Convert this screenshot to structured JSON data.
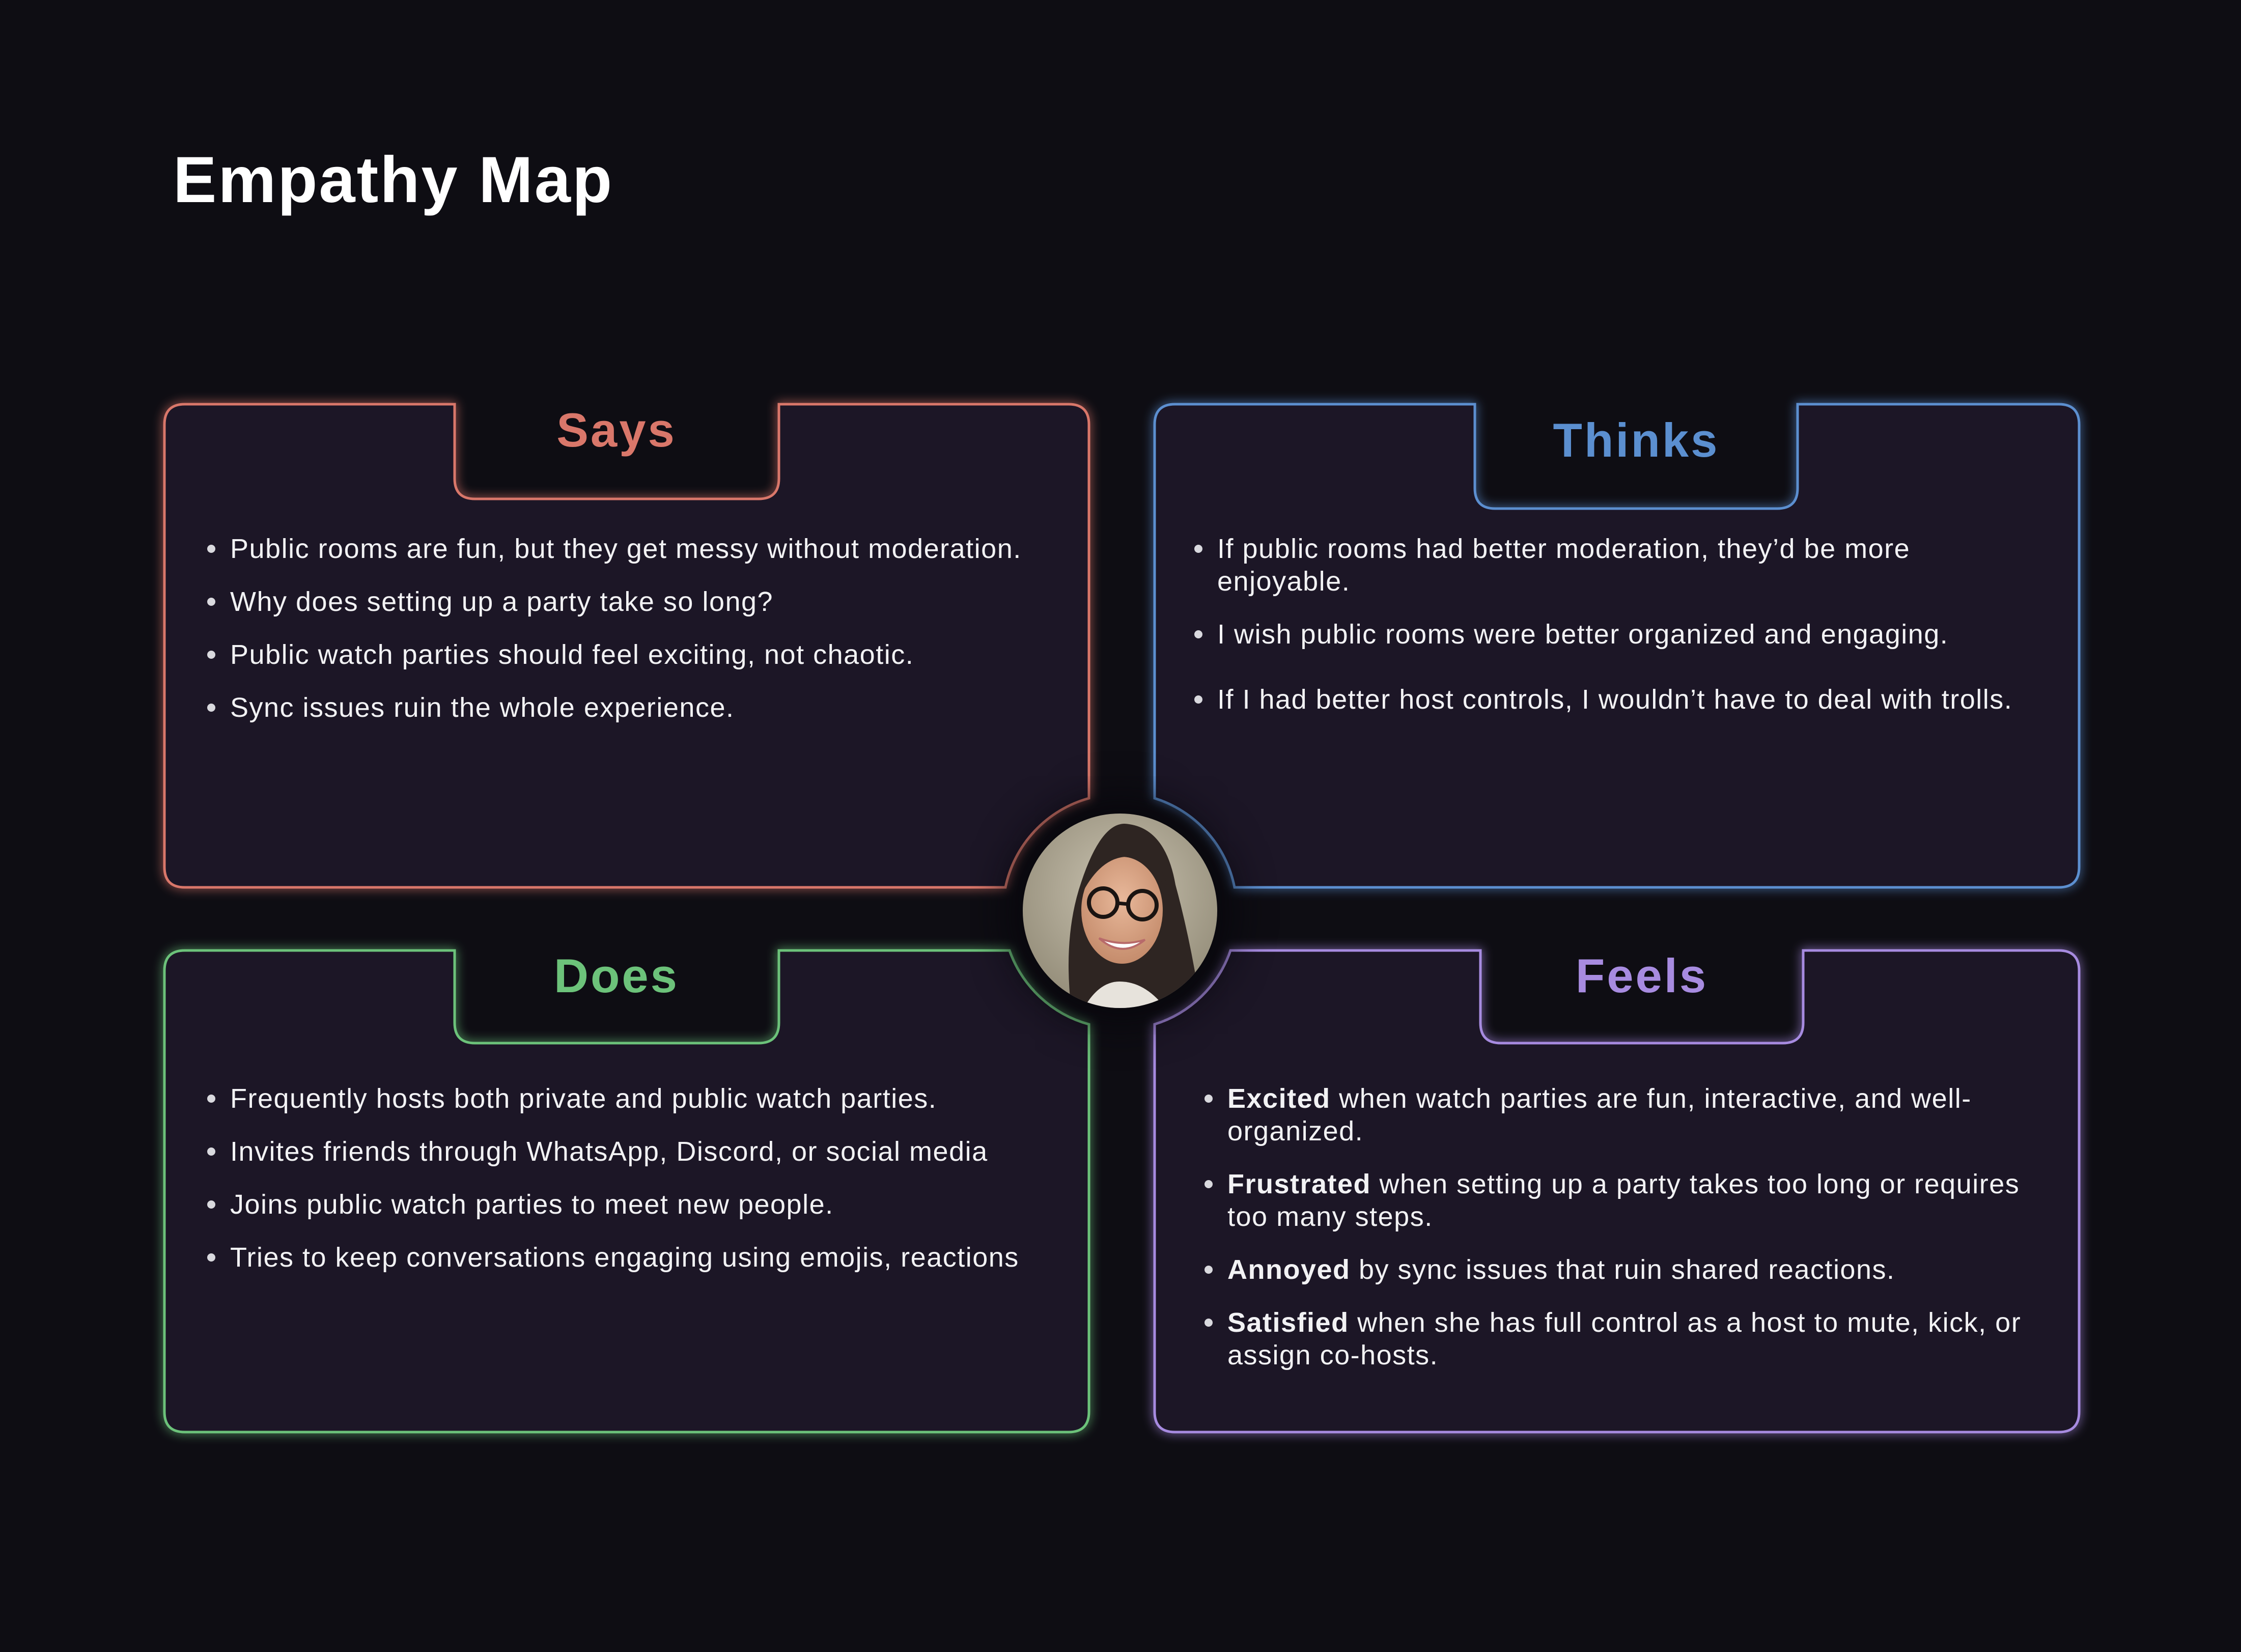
{
  "title": "Empathy Map",
  "colors": {
    "background": "#0e0d13",
    "panel": "#1a1726",
    "says": "#d9776a",
    "thinks": "#5b8fd0",
    "does": "#6cc27a",
    "feels": "#a78be0"
  },
  "avatar": {
    "icon": "persona-photo"
  },
  "says": {
    "heading": "Says",
    "items": [
      "Public rooms are fun, but they get messy without moderation.",
      "Why does setting up a party take so long?",
      "Public watch parties should feel exciting, not chaotic.",
      "Sync issues ruin the whole experience."
    ]
  },
  "thinks": {
    "heading": "Thinks",
    "items": [
      "If public rooms had better moderation, they’d be more enjoyable.",
      "I wish public rooms were better organized and engaging.",
      "If I had better host controls, I wouldn’t have to deal with trolls."
    ]
  },
  "does": {
    "heading": "Does",
    "items": [
      "Frequently hosts both private and public watch parties.",
      "Invites friends through WhatsApp, Discord, or social media",
      "Joins public watch parties to meet new people.",
      "Tries to keep conversations engaging using emojis, reactions"
    ]
  },
  "feels": {
    "heading": "Feels",
    "items": [
      {
        "bold": "Excited",
        "rest": " when watch parties are fun, interactive, and well-organized."
      },
      {
        "bold": "Frustrated",
        "rest": " when setting up a party takes too long or requires too many steps."
      },
      {
        "bold": "Annoyed",
        "rest": " by sync issues that ruin shared reactions."
      },
      {
        "bold": "Satisfied",
        "rest": " when she has full control as a host to mute, kick, or assign co-hosts."
      }
    ]
  }
}
